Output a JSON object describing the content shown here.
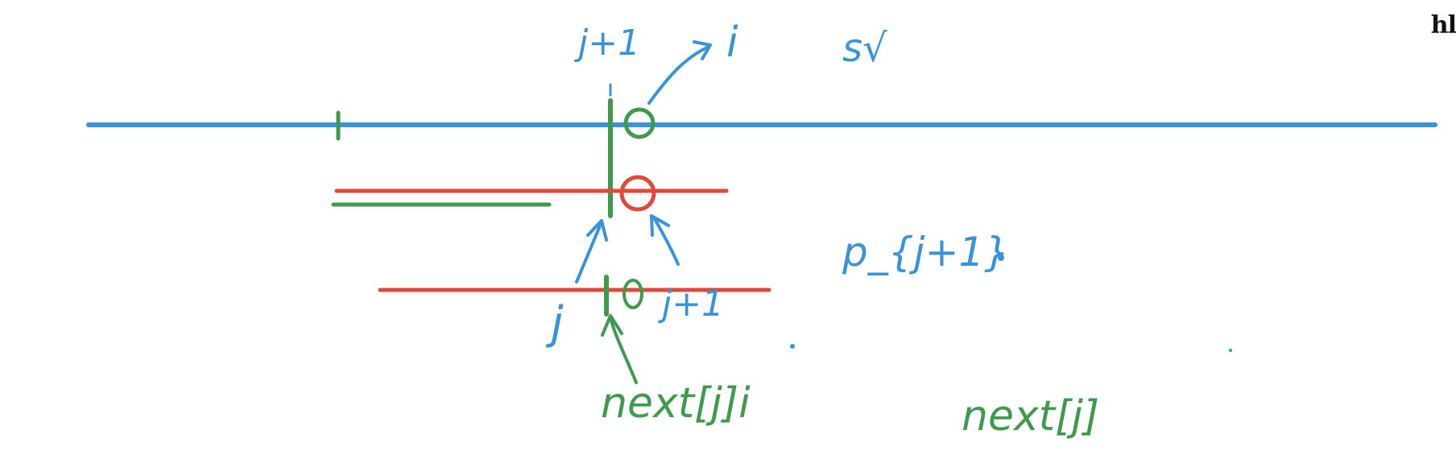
{
  "colors": {
    "blue": "#3a93d8",
    "green": "#3f9a4e",
    "red": "#e2483a"
  },
  "labels": {
    "j_plus_1_top": "j+1",
    "i_top": "i",
    "s_mark": "s√",
    "p_j_plus_1": "p_{j+1}",
    "j_bottom": "j",
    "j_plus_1_bottom": "j+1",
    "next_j_i": "next[j]i",
    "next_j": "next[j]",
    "corner": "hl"
  }
}
